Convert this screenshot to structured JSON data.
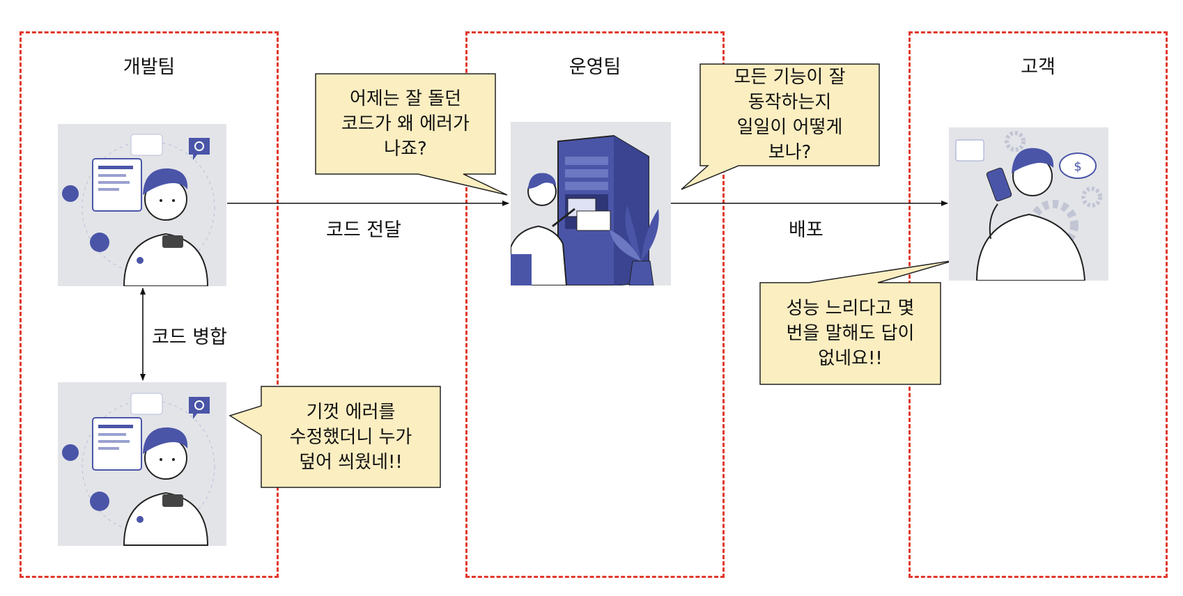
{
  "groups": {
    "dev": {
      "title": "개발팀"
    },
    "ops": {
      "title": "운영팀"
    },
    "customer": {
      "title": "고객"
    }
  },
  "edges": {
    "merge": "코드 병합",
    "handoff": "코드 전달",
    "deploy": "배포"
  },
  "notes": {
    "ops_question": "어제는 잘 돌던\n코드가 왜 에러가\n나죠?",
    "ops_concern": "모든 기능이 잘\n동작하는지\n일일이 어떻게\n보나?",
    "customer_complaint": "성능 느리다고 몇\n번을 말해도 답이\n없네요!!",
    "dev_complaint": "기껏 에러를\n수정했더니 누가\n덮어 씌웠네!!"
  },
  "colors": {
    "dashed_border": "#e0392b",
    "note_fill": "#fbeec1",
    "illustration_bg": "#e3e4e8",
    "illustration_primary": "#4a55a8"
  },
  "icons": {
    "developer_1": "developer-illustration-icon",
    "developer_2": "developer-illustration-icon",
    "operator": "server-rack-operator-icon",
    "customer": "customer-phone-icon"
  }
}
